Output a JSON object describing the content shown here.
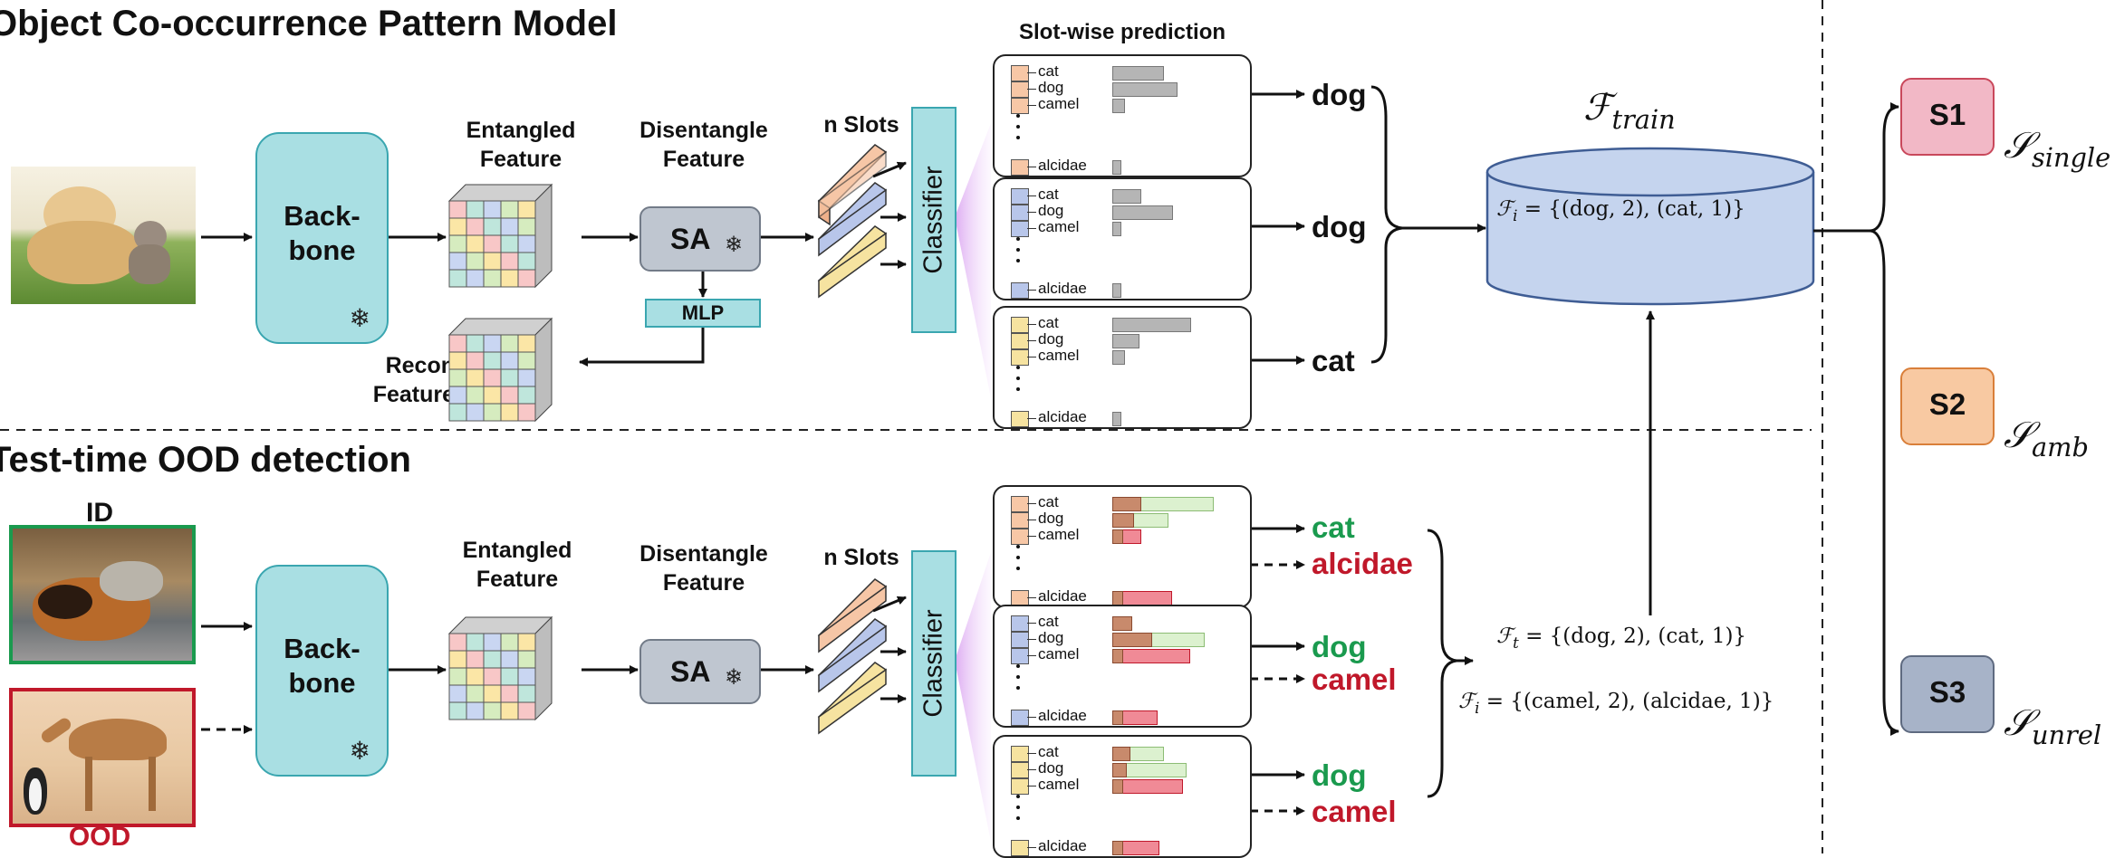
{
  "top": {
    "title": "Object Co-occurrence Pattern Model",
    "backbone_label": "Back-\nbone",
    "entangled_label": "Entangled\nFeature",
    "disentangle_label": "Disentangle\nFeature",
    "sa_label": "SA",
    "mlp_label": "MLP",
    "recon_label": "Recon\nFeature",
    "n_slots_label": "n Slots",
    "classifier_label": "Classifier",
    "slotwise_label": "Slot-wise prediction",
    "predictions": [
      "dog",
      "dog",
      "cat"
    ],
    "f_train": "train",
    "fi_formula": "= {(dog, 2), (cat, 1)}",
    "classes": [
      "cat",
      "dog",
      "camel",
      "alcidae"
    ],
    "slot_scores": [
      {
        "cat": 0.55,
        "dog": 0.7,
        "camel": 0.12,
        "alcidae": 0.08
      },
      {
        "cat": 0.3,
        "dog": 0.65,
        "camel": 0.05,
        "alcidae": 0.07
      },
      {
        "cat": 0.85,
        "dog": 0.28,
        "camel": 0.12,
        "alcidae": 0.08
      }
    ]
  },
  "bottom": {
    "title": "Test-time OOD detection",
    "id_label": "ID",
    "ood_label": "OOD",
    "backbone_label": "Back-\nbone",
    "entangled_label": "Entangled\nFeature",
    "disentangle_label": "Disentangle\nFeature",
    "sa_label": "SA",
    "n_slots_label": "n Slots",
    "classifier_label": "Classifier",
    "id_predictions": [
      "cat",
      "dog",
      "dog"
    ],
    "ood_predictions": [
      "alcidae",
      "camel",
      "camel"
    ],
    "ft_formula": "= {(dog, 2), (cat, 1)}",
    "fi_formula": "= {(camel, 2), (alcidae, 1)}",
    "classes": [
      "cat",
      "dog",
      "camel",
      "alcidae"
    ]
  },
  "scenarios": [
    {
      "label": "S1",
      "math_sub": "single",
      "color": "#f2b8c6",
      "border": "#c9485b"
    },
    {
      "label": "S2",
      "math_sub": "amb",
      "color": "#f8c9a2",
      "border": "#d97f3a"
    },
    {
      "label": "S3",
      "math_sub": "unrel",
      "color": "#a7b3c8",
      "border": "#5e6a80"
    }
  ],
  "colors": {
    "teal": "#a9dfe3",
    "id_green": "#1a9a4e",
    "ood_red": "#c0182a",
    "cylinder": "#c5d4ee"
  }
}
